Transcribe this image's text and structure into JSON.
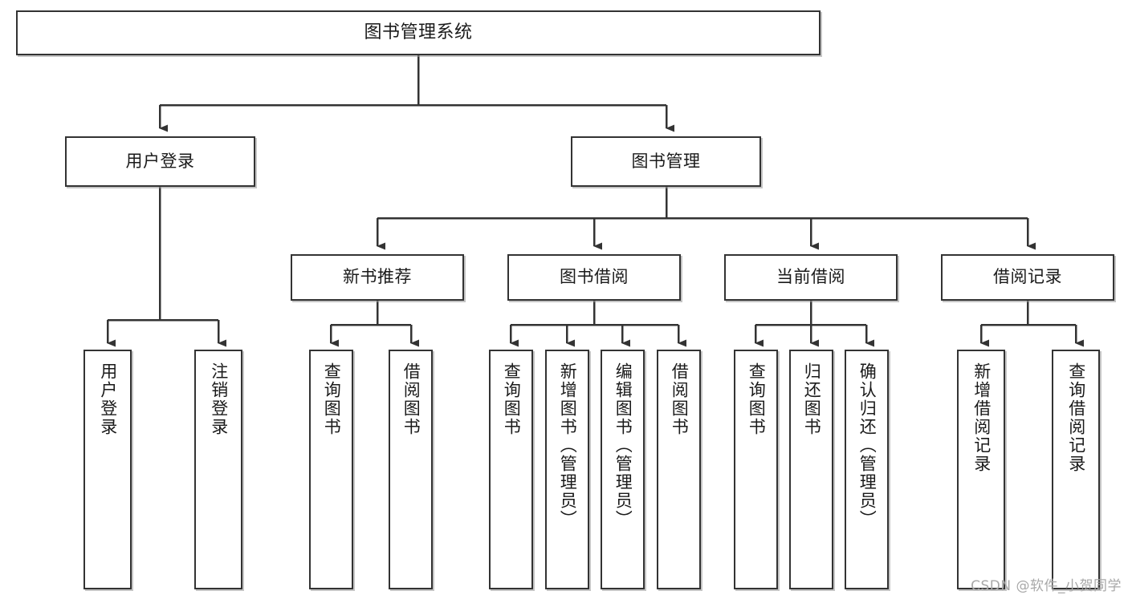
{
  "diagram": {
    "title": "图书管理系统",
    "type": "tree-hierarchy-chart",
    "watermark": "CSDN @软件_小贺同学",
    "colors": {
      "box_border": "#333333",
      "box_fill": "#ffffff",
      "connector": "#333333",
      "text": "#1a1a1a",
      "watermark": "#a8a8a8",
      "background": "#ffffff"
    },
    "nodes": {
      "root": {
        "label": "图书管理系统"
      },
      "level2": [
        {
          "label": "用户登录"
        },
        {
          "label": "图书管理"
        }
      ],
      "level3": [
        {
          "label": "新书推荐"
        },
        {
          "label": "图书借阅"
        },
        {
          "label": "当前借阅"
        },
        {
          "label": "借阅记录"
        }
      ],
      "leaves": {
        "user_login": [
          {
            "label": "用户登录"
          },
          {
            "label": "注销登录"
          }
        ],
        "new_book_recommend": [
          {
            "label": "查询图书"
          },
          {
            "label": "借阅图书"
          }
        ],
        "book_borrow": [
          {
            "label": "查询图书"
          },
          {
            "label": "新增图书（管理员）"
          },
          {
            "label": "编辑图书（管理员）"
          },
          {
            "label": "借阅图书"
          }
        ],
        "current_borrow": [
          {
            "label": "查询图书"
          },
          {
            "label": "归还图书"
          },
          {
            "label": "确认归还（管理员）"
          }
        ],
        "borrow_record": [
          {
            "label": "新增借阅记录"
          },
          {
            "label": "查询借阅记录"
          }
        ]
      }
    }
  }
}
